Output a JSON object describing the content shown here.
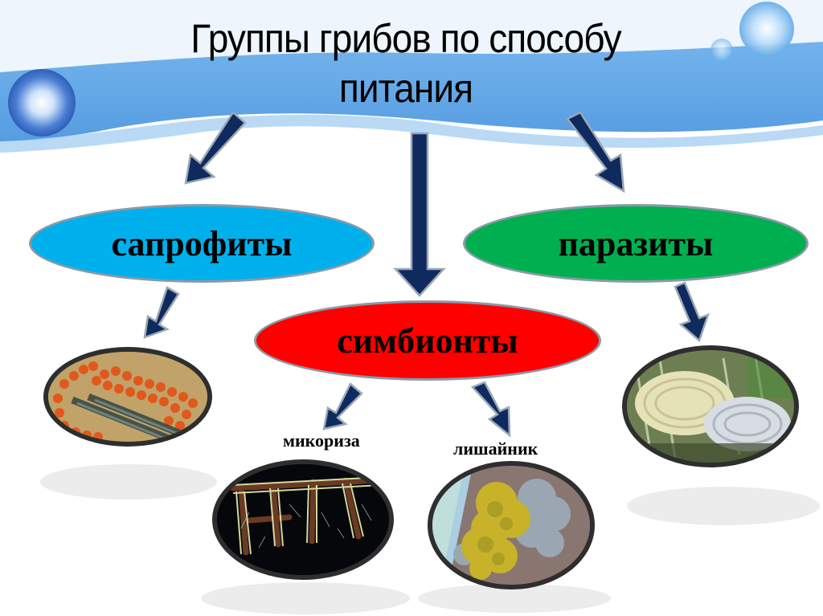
{
  "slide": {
    "title_line1": "Группы грибов по способу",
    "title_line2": "питания",
    "colors": {
      "arrow": "#0f2a5e",
      "arrow_outline": "#9aa8b6",
      "saprophytes": "#00b0ec",
      "parasites": "#00b050",
      "symbionts": "#ff0000",
      "band_blue": "#5fa6e6"
    }
  },
  "nodes": {
    "saprophytes": {
      "label": "сапрофиты"
    },
    "parasites": {
      "label": "паразиты"
    },
    "symbionts": {
      "label": "симбионты"
    }
  },
  "sublabels": {
    "mycorrhiza": "микориза",
    "lichen": "лишайник"
  },
  "photos": [
    {
      "id": "saprophyte-photo",
      "subject": "orange slime mold on rotting wood"
    },
    {
      "id": "parasite-photo",
      "subject": "bracket fungi on tree trunk"
    },
    {
      "id": "mycorrhiza-photo",
      "subject": "fungal hyphae on roots (dark background)"
    },
    {
      "id": "lichen-photo",
      "subject": "yellow and grey lichen on bark"
    }
  ]
}
